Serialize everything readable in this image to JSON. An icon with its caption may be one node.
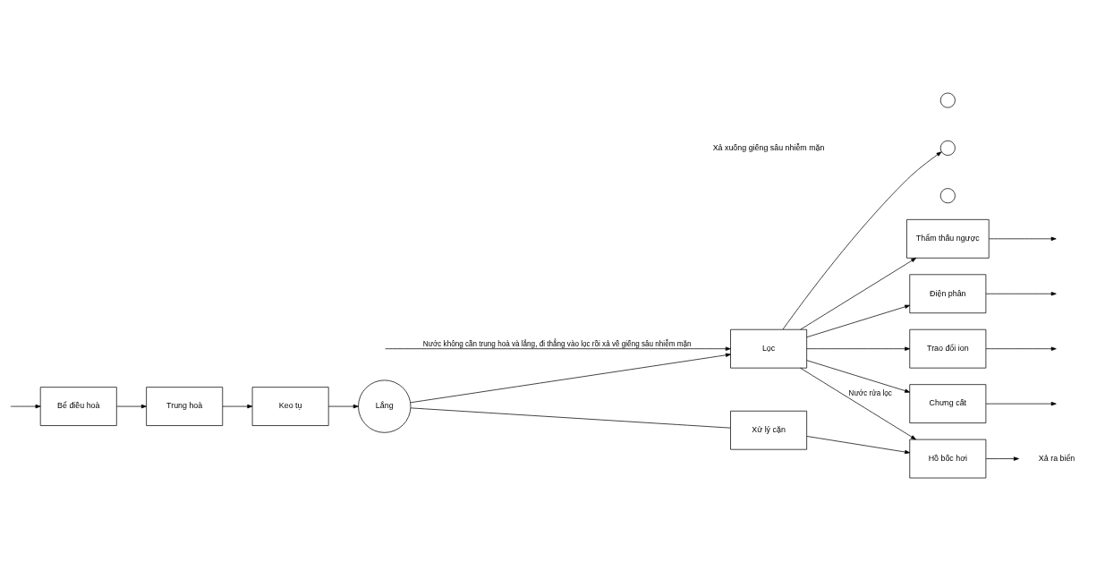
{
  "diagram": {
    "nodes": [
      {
        "text": [
          "Trung hoà"
        ]
      },
      {
        "text": [
          "Keo tụ"
        ]
      },
      {
        "text": [
          "Lắng"
        ]
      },
      {
        "text": [
          "Lọc"
        ]
      },
      {
        "text": [
          "Thẩm thấu ngược"
        ]
      },
      {
        "text": [
          "Điện phân"
        ]
      },
      {
        "text": [
          "Trao đổi ion"
        ]
      },
      {
        "text": [
          "Chưng cất"
        ]
      },
      {
        "text": [
          "Bể điều hoà"
        ]
      },
      {
        "text": [
          "Xử lý cặn"
        ]
      },
      {
        "text": [
          "Hồ bốc hơi"
        ]
      },
      {
        "text": [],
        "shape": "circle"
      },
      {
        "text": [],
        "shape": "circle"
      },
      {
        "text": [],
        "shape": "circle"
      },
      {
        "text": [
          "Xả ra biển"
        ]
      }
    ],
    "edges": [
      {
        "from": null,
        "to": 8,
        "arrow": "to"
      },
      {
        "from": 8,
        "to": 0,
        "arrow": "to"
      },
      {
        "from": 0,
        "to": 1,
        "arrow": "to"
      },
      {
        "from": 1,
        "to": 2,
        "arrow": "to"
      },
      {
        "from": 2,
        "to": 3,
        "arrow": "to"
      },
      {
        "from": null,
        "to": 3,
        "arrow": "to",
        "label": "Nước không cần trung hoà và lắng, đi thẳng vào lọc rồi xả về giếng sâu nhiễm mặn"
      },
      {
        "from": 3,
        "to": 12,
        "arrow": "to"
      },
      {
        "from": 3,
        "to": 4,
        "arrow": "to"
      },
      {
        "from": 3,
        "to": 5,
        "arrow": "to"
      },
      {
        "from": 3,
        "to": 6,
        "arrow": "to"
      },
      {
        "from": 3,
        "to": 7,
        "arrow": "to"
      },
      {
        "from": 4,
        "to": null,
        "arrow": "to"
      },
      {
        "from": 5,
        "to": null,
        "arrow": "to"
      },
      {
        "from": 6,
        "to": null,
        "arrow": "to"
      },
      {
        "from": 7,
        "to": null,
        "arrow": "to"
      },
      {
        "from": 2,
        "to": 9,
        "arrow": "none"
      },
      {
        "from": 9,
        "to": 10,
        "arrow": "to"
      },
      {
        "from": 3,
        "to": 10,
        "arrow": "to",
        "label": "Nước rửa lọc"
      },
      {
        "from": 10,
        "to": 14,
        "arrow": "to"
      }
    ],
    "labels": [
      "Xả xuống giếng sâu nhiễm mặn"
    ]
  }
}
